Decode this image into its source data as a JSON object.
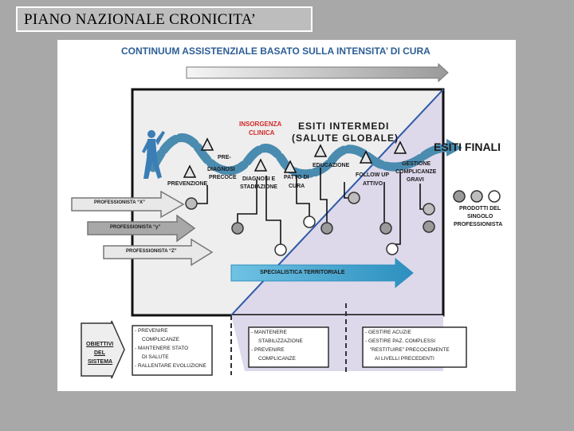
{
  "page_title": "PIANO NAZIONALE CRONICITA’",
  "diagram": {
    "header": "CONTINUUM ASSISTENZIALE BASATO SULLA INTENSITA’ DI CURA",
    "insorgenza": [
      "INSORGENZA",
      "CLINICA"
    ],
    "esiti_intermedi": [
      "ESITI INTERMEDI",
      "(SALUTE GLOBALE)"
    ],
    "esiti_finali": "ESITI FINALI",
    "stages": {
      "pre_diagnosi": [
        "PRE-",
        "DIAGNOSI",
        "PRECOCE"
      ],
      "prevenzione": "PREVENZIONE",
      "diagnosi": [
        "DIAGNOSI E",
        "STADIAZIONE"
      ],
      "patto": [
        "PATTO DI",
        "CURA"
      ],
      "educazione": "EDUCAZIONE",
      "follow_up": [
        "FOLLOW UP",
        "ATTIVO"
      ],
      "gestione": [
        "GESTIONE",
        "COMPLICANZE",
        "GRAVI"
      ]
    },
    "professionisti": [
      "PROFESSIONISTA “X”",
      "PROFESSIONISTA “y”",
      "PROFESSIONISTA “Z”"
    ],
    "prodotti": [
      "PRODOTTI DEL",
      "SINGOLO",
      "PROFESSIONISTA"
    ],
    "specialistica": "SPECIALISTICA TERRITORIALE",
    "obiettivi": [
      "OBIETTIVI",
      "DEL",
      "SISTEMA"
    ],
    "goals_1": [
      "- PREVENIRE",
      "COMPLICANZE",
      "- MANTENERE STATO",
      "DI SALUTE",
      "- RALLENTARE EVOLUZIONE"
    ],
    "goals_2": [
      "- MANTENERE",
      "STABILIZZAZIONE",
      "- PREVENIRE",
      "COMPLICANZE"
    ],
    "goals_3": [
      "- GESTIRE ACUZIE",
      "- GESTIRE PAZ. COMPLESSI",
      "“RESTITUIRE” PRECOCEMENTE",
      "AI LIVELLI PRECEDENTI"
    ]
  },
  "colors": {
    "background": "#a8a8a8",
    "blue_wave": "#4a8bb0",
    "red_text": "#d42a2a",
    "region_lavender": "#ddd8ea",
    "region_gray": "#eeeeee",
    "teal_arrow": "#3fa6cc"
  }
}
